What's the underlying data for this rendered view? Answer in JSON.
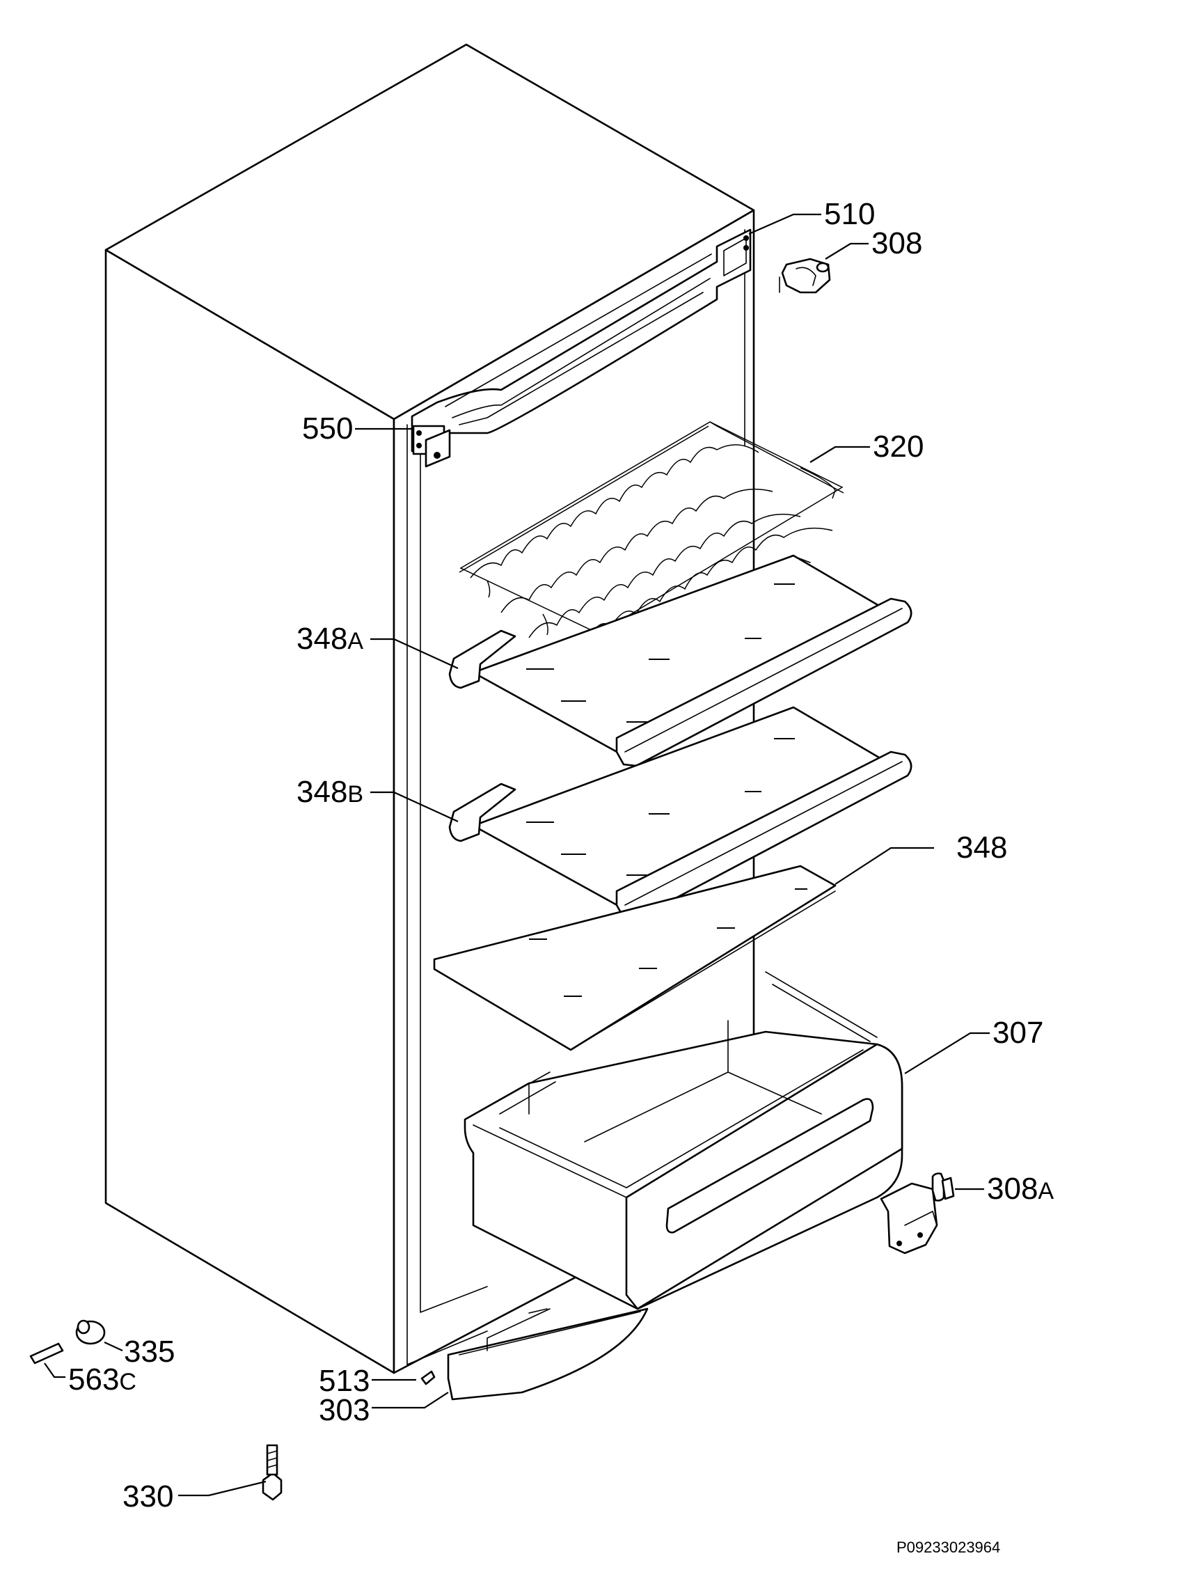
{
  "diagram": {
    "document_code": "P09233023964",
    "callouts": [
      {
        "id": "c510",
        "number": "510",
        "suffix": ""
      },
      {
        "id": "c308",
        "number": "308",
        "suffix": ""
      },
      {
        "id": "c550",
        "number": "550",
        "suffix": ""
      },
      {
        "id": "c320",
        "number": "320",
        "suffix": ""
      },
      {
        "id": "c348a",
        "number": "348",
        "suffix": "A"
      },
      {
        "id": "c348b",
        "number": "348",
        "suffix": "B"
      },
      {
        "id": "c348",
        "number": "348",
        "suffix": ""
      },
      {
        "id": "c307",
        "number": "307",
        "suffix": ""
      },
      {
        "id": "c308a",
        "number": "308",
        "suffix": "A"
      },
      {
        "id": "c335",
        "number": "335",
        "suffix": ""
      },
      {
        "id": "c563c",
        "number": "563",
        "suffix": "C"
      },
      {
        "id": "c513",
        "number": "513",
        "suffix": ""
      },
      {
        "id": "c303",
        "number": "303",
        "suffix": ""
      },
      {
        "id": "c330",
        "number": "330",
        "suffix": ""
      }
    ]
  }
}
